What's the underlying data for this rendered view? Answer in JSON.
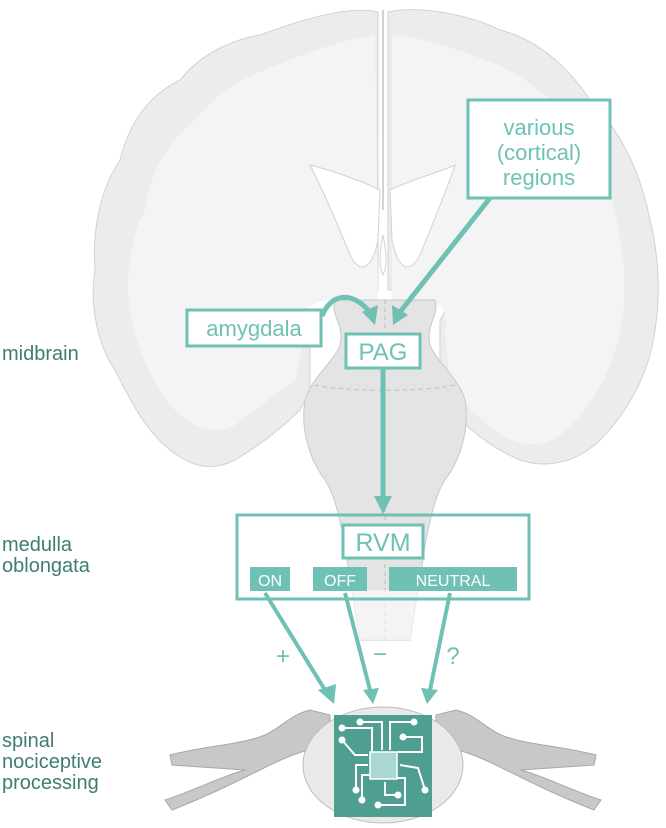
{
  "side_labels": {
    "midbrain": "midbrain",
    "medulla": "medulla\noblongata",
    "spinal": "spinal\nnociceptive\nprocessing"
  },
  "boxes": {
    "cortical": [
      "various",
      "(cortical)",
      "regions"
    ],
    "amygdala": "amygdala",
    "pag": "PAG",
    "rvm": "RVM"
  },
  "cells": {
    "on": "ON",
    "off": "OFF",
    "neutral": "NEUTRAL"
  },
  "signs": {
    "on": "+",
    "off": "−",
    "neutral": "?"
  },
  "colors": {
    "accent": "#6ec1b4",
    "accent_dark": "#4e9e92",
    "side_label": "#3f7d74",
    "tissue": "#f2f2f2",
    "cortex": "#e6e6e6",
    "outline": "#c9c9c9"
  },
  "icons": {
    "chip": "circuit-chip-icon"
  }
}
